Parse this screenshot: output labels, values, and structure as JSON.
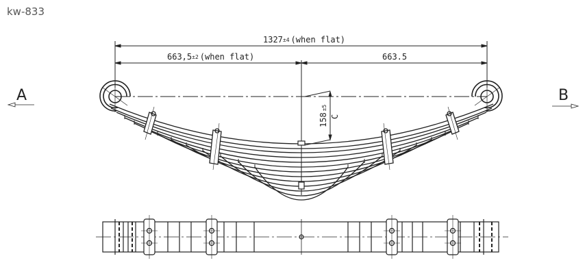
{
  "title": "kw-833",
  "drawing": {
    "type": "leaf-spring-technical-drawing",
    "dimensions": {
      "overall_length": {
        "value": "1327",
        "tolerance": "±4",
        "note": "(when flat)"
      },
      "left_half": {
        "value": "663,5",
        "tolerance": "±2",
        "note": "(when flat)"
      },
      "right_half": {
        "value": "663.5"
      },
      "camber": {
        "value": "158",
        "tolerance": "±5",
        "label": "C"
      }
    },
    "view_labels": {
      "left": "A",
      "right": "B"
    },
    "leaf_count": 12,
    "clamp_count": 4,
    "line_color": "#222222"
  }
}
